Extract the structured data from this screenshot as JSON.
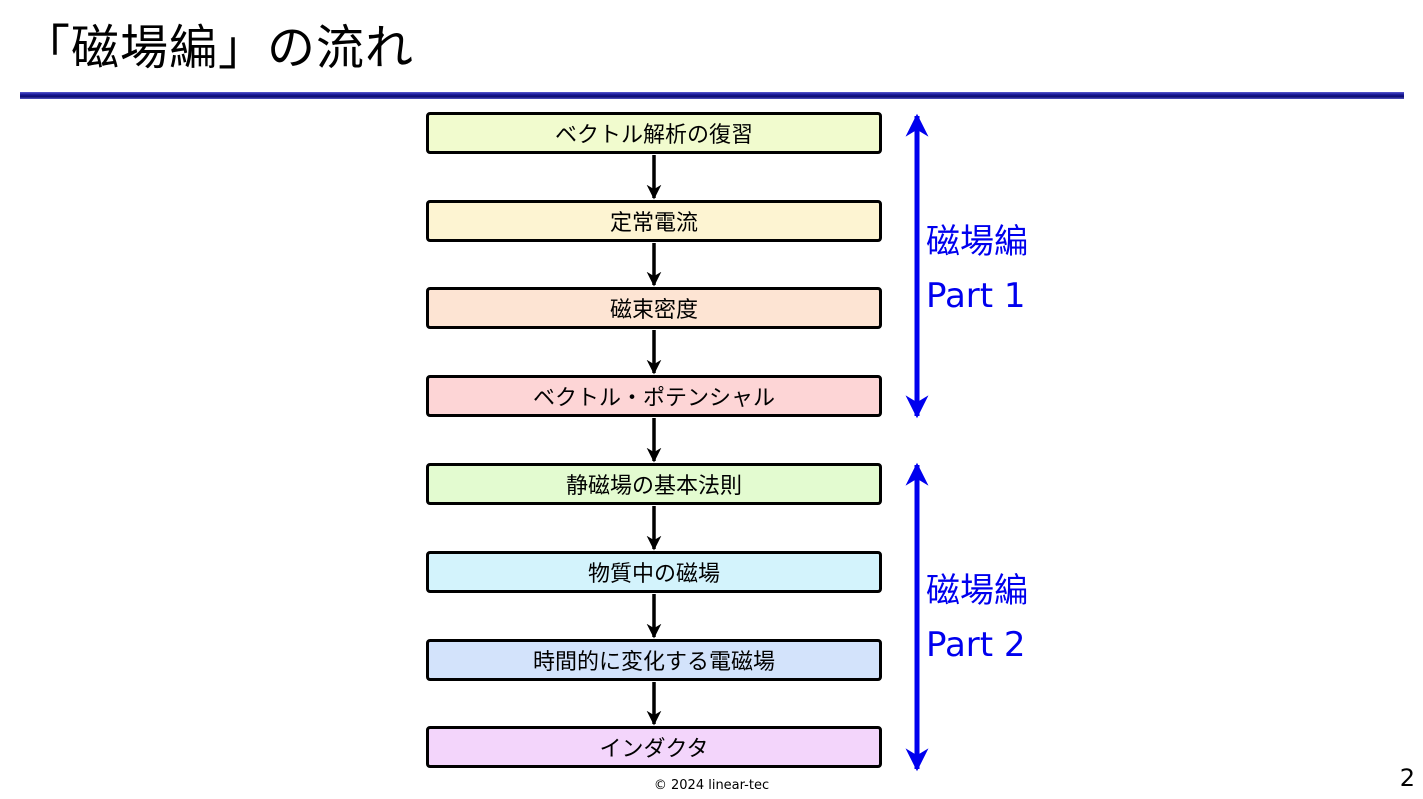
{
  "title": "「磁場編」の流れ",
  "flow": {
    "steps": [
      {
        "label": "ベクトル解析の復習",
        "color": "#f1fbce"
      },
      {
        "label": "定常電流",
        "color": "#fdf4d2"
      },
      {
        "label": "磁束密度",
        "color": "#fde4d3"
      },
      {
        "label": "ベクトル・ポテンシャル",
        "color": "#fdd5d6"
      },
      {
        "label": "静磁場の基本法則",
        "color": "#e3fbd0"
      },
      {
        "label": "物質中の磁場",
        "color": "#d3f3fc"
      },
      {
        "label": "時間的に変化する電磁場",
        "color": "#d3e3fb"
      },
      {
        "label": "インダクタ",
        "color": "#f3d5fb"
      }
    ],
    "arrow_color": "#000000"
  },
  "parts": [
    {
      "line1": "磁場編",
      "line2": "Part 1"
    },
    {
      "line1": "磁場編",
      "line2": "Part 2"
    }
  ],
  "bracket_color": "#0000ee",
  "footer": {
    "copyright": "© 2024 linear-tec",
    "page_number": "2"
  }
}
